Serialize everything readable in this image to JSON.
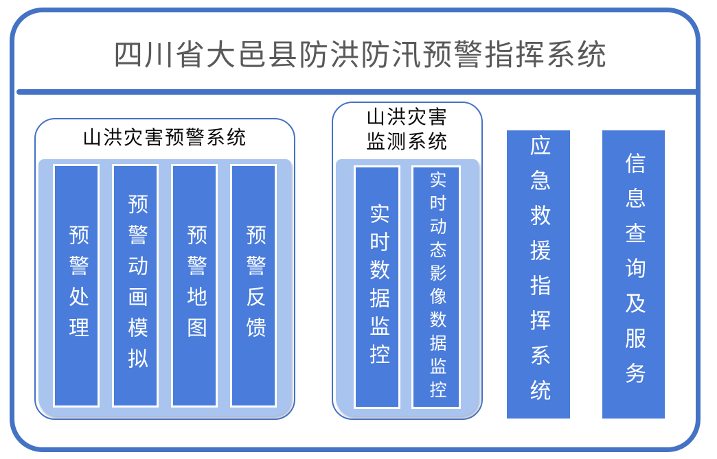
{
  "title": "四川省大邑县防洪防汛预警指挥系统",
  "warning_group": {
    "label": "山洪灾害预警系统",
    "bars": [
      "预警处理",
      "预警动画模拟",
      "预警地图",
      "预警反馈"
    ]
  },
  "monitor_group": {
    "label": "山洪灾害监测系统",
    "bars": [
      "实时数据监控",
      "实时动态影像数据监控"
    ]
  },
  "standalone_bars": [
    "应急救援指挥系统",
    "信息查询及服务"
  ],
  "colors": {
    "frame-blue": "#4472C4",
    "bar-blue": "#4A7CDB",
    "panel-blue": "#A9C4EF",
    "title-gray": "#595959",
    "bar-text": "#FFFFFF"
  }
}
